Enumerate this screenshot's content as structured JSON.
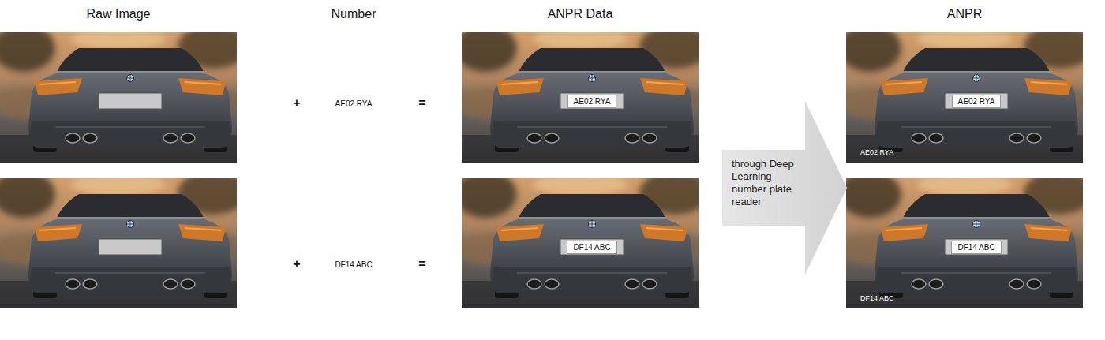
{
  "diagram": {
    "nodes": [
      {
        "text": [
          "AE02 RYA"
        ]
      },
      {
        "text": [
          "through Deep Learning number plate reader"
        ]
      },
      {
        "text": [
          "AE02 RYA"
        ]
      },
      {
        "text": [
          "DF14 ABC"
        ]
      },
      {
        "text": [
          "DF14 ABC"
        ]
      }
    ],
    "labels": [
      "Raw Image",
      "Number",
      "ANPR Data",
      "ANPR",
      "+",
      "AE02 RYA",
      "=",
      "AE02 RYA",
      "+",
      "DF14 ABC",
      "=",
      "DF14 ABC"
    ]
  }
}
